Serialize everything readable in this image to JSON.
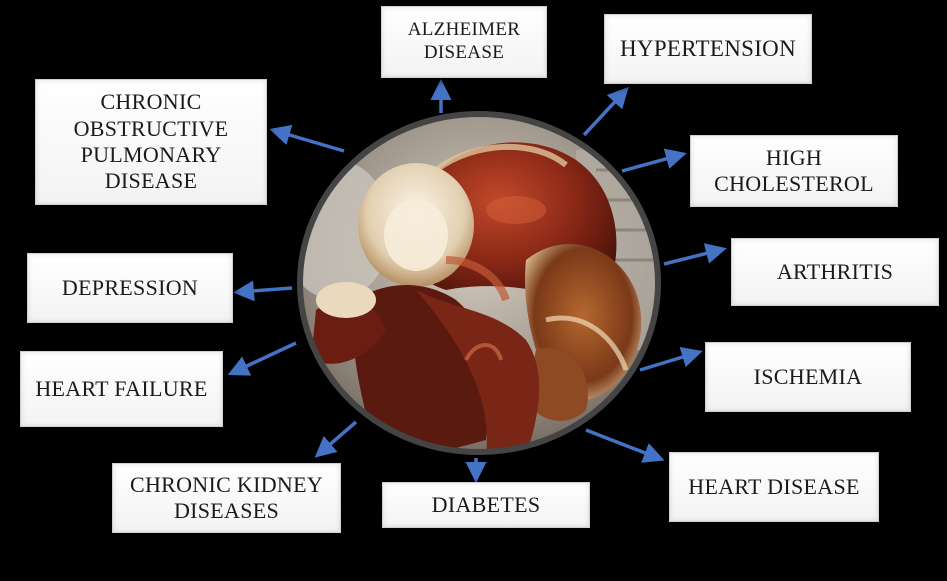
{
  "hub": {
    "image": "ganoderma-mushroom-photo",
    "colors": {
      "ring": "#444444",
      "cap_dark": "#6e1c12",
      "cap_mid": "#a5381f",
      "cap_light": "#e9ddc8",
      "arrow": "#4472c4"
    }
  },
  "conditions": {
    "alzheimer": "ALZHEIMER\nDISEASE",
    "hypertension": "HYPERTENSION",
    "copd": "CHRONIC\nOBSTRUCTIVE\nPULMONARY\nDISEASE",
    "cholesterol": "HIGH\nCHOLESTEROL",
    "depression": "DEPRESSION",
    "arthritis": "ARTHRITIS",
    "heart_failure": "HEART FAILURE",
    "ischemia": "ISCHEMIA",
    "kidney": "CHRONIC KIDNEY\nDISEASES",
    "diabetes": "DIABETES",
    "heart_disease": "HEART DISEASE"
  }
}
